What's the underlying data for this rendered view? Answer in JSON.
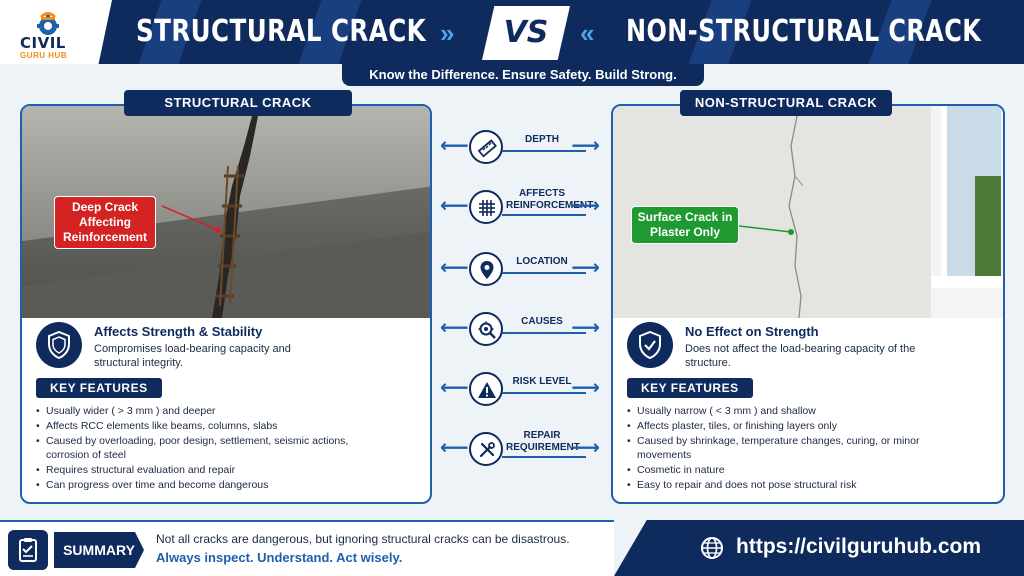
{
  "logo": {
    "icon": "gear-crane-icon",
    "name": "CIVIL",
    "sub": "GURU HUB"
  },
  "header": {
    "left_title": "STRUCTURAL CRACK",
    "vs": "VS",
    "right_title": "NON-STRUCTURAL CRACK",
    "tagline": "Know the Difference. Ensure Safety. Build Strong."
  },
  "structural": {
    "tag": "STRUCTURAL CRACK",
    "callout": "Deep Crack Affecting Reinforcement",
    "impact_title": "Affects Strength & Stability",
    "impact_desc": "Compromises load-bearing capacity and structural integrity.",
    "features_title": "KEY FEATURES",
    "features": [
      "Usually wider ( > 3 mm ) and deeper",
      "Affects RCC elements like beams, columns, slabs",
      "Caused by overloading, poor design, settlement, seismic actions, corrosion of steel",
      "Requires structural evaluation and repair",
      "Can progress over time and become dangerous"
    ]
  },
  "nonstructural": {
    "tag": "NON-STRUCTURAL CRACK",
    "callout": "Surface Crack in Plaster Only",
    "impact_title": "No Effect on Strength",
    "impact_desc": "Does not affect the load-bearing capacity of the structure.",
    "features_title": "KEY FEATURES",
    "features": [
      "Usually narrow ( < 3 mm ) and shallow",
      "Affects plaster, tiles, or finishing layers only",
      "Caused by shrinkage, temperature changes, curing, or minor movements",
      "Cosmetic in nature",
      "Easy to repair and does not pose structural risk"
    ]
  },
  "comparison": [
    {
      "label": "DEPTH",
      "icon": "ruler-icon"
    },
    {
      "label": "AFFECTS REINFORCEMENT",
      "icon": "rebar-grid-icon"
    },
    {
      "label": "LOCATION",
      "icon": "location-pin-icon"
    },
    {
      "label": "CAUSES",
      "icon": "gear-search-icon"
    },
    {
      "label": "RISK LEVEL",
      "icon": "warning-icon"
    },
    {
      "label": "REPAIR REQUIREMENT",
      "icon": "tools-icon"
    }
  ],
  "summary": {
    "label": "SUMMARY",
    "text": "Not all cracks are dangerous, but ignoring structural cracks can be disastrous.",
    "strong": "Always inspect. Understand. Act wisely."
  },
  "website": "https://civilguruhub.com",
  "colors": {
    "navy": "#0f2a5c",
    "blue": "#1f5fae",
    "light_blue": "#4aa6e8",
    "red": "#d42323",
    "green": "#1e9a30",
    "orange": "#e8901a"
  }
}
